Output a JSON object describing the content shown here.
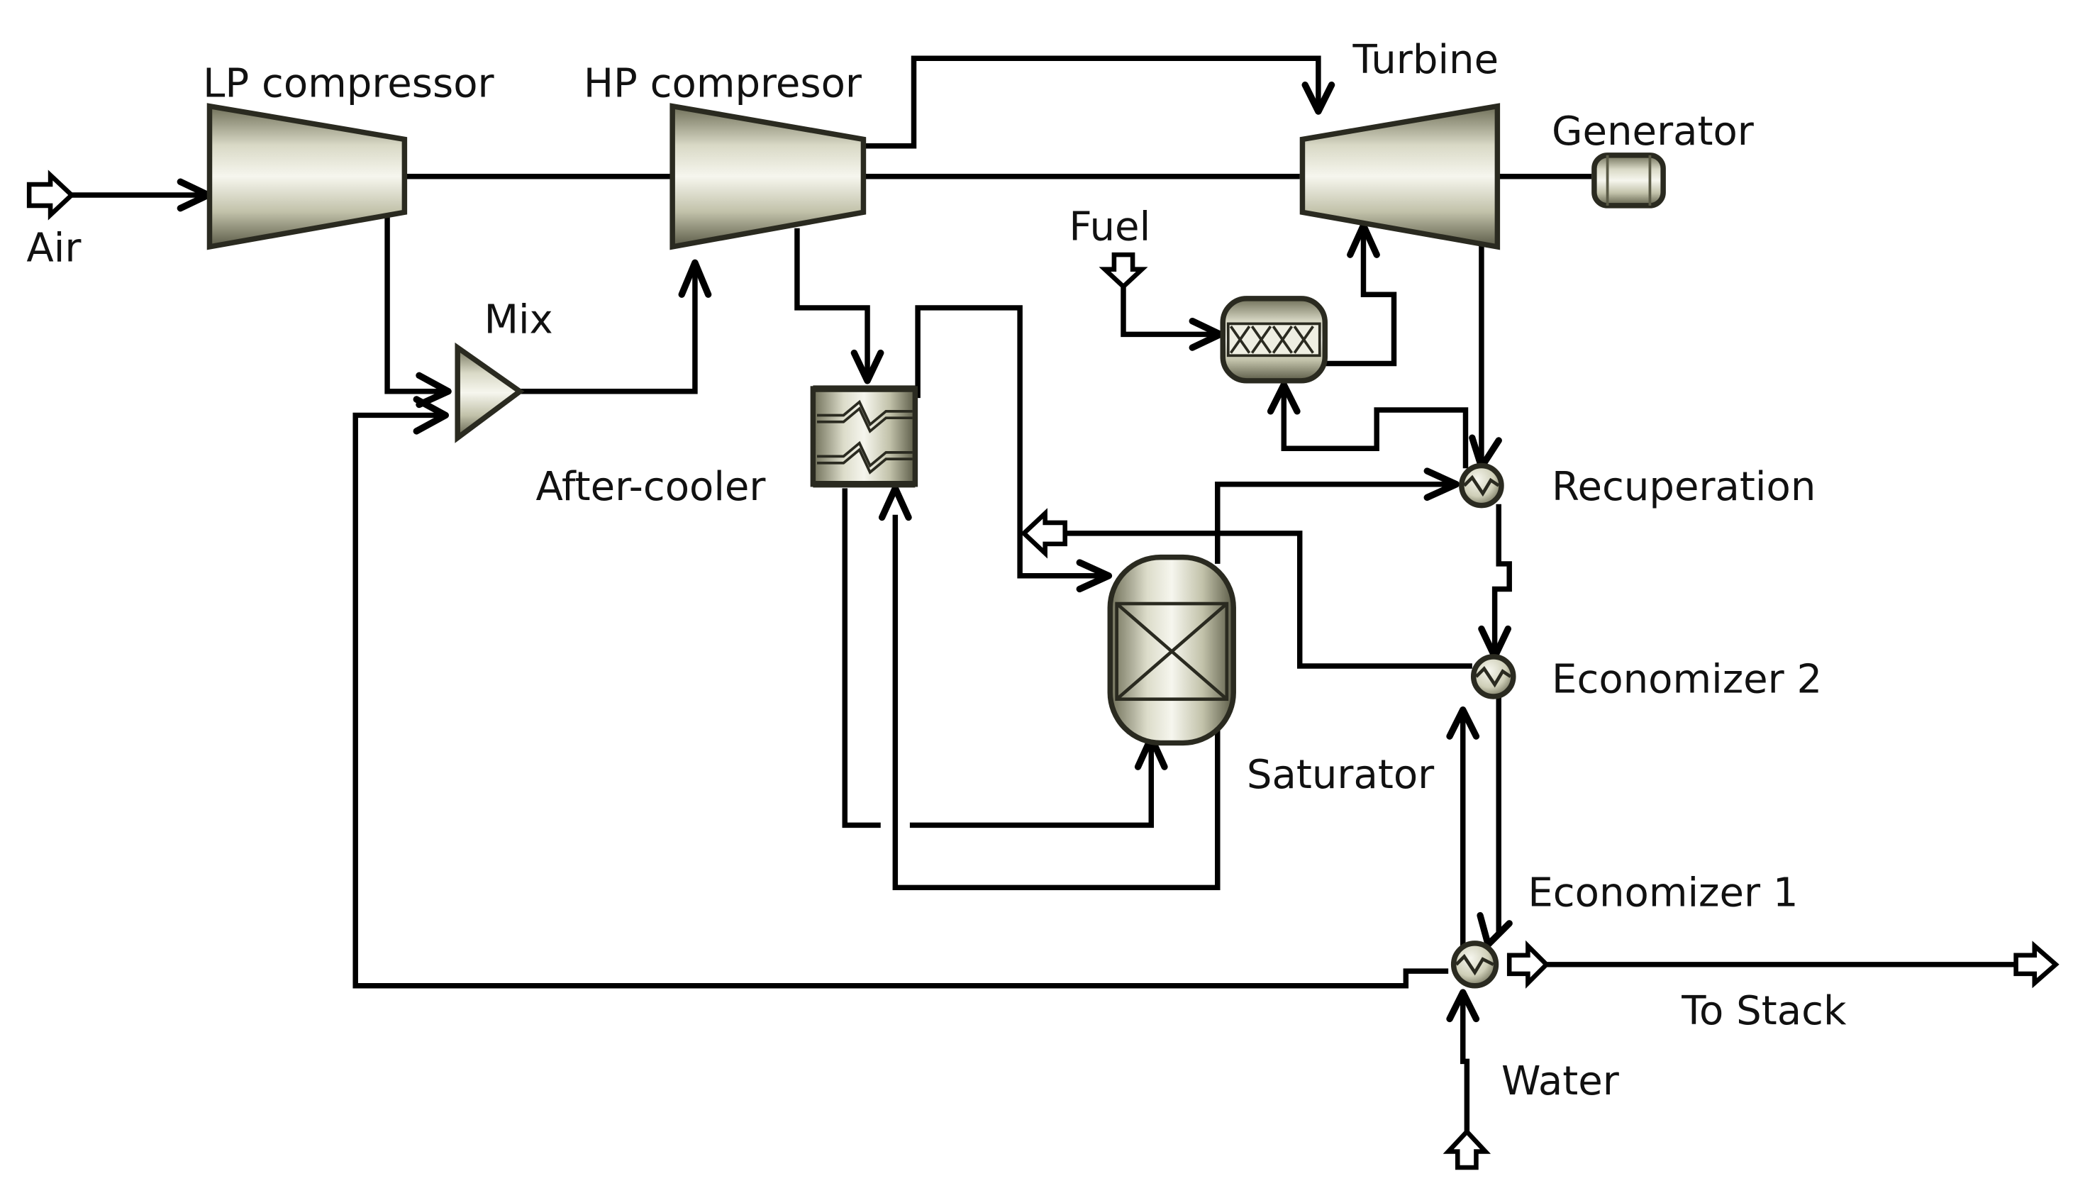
{
  "diagram": {
    "type": "process-flowsheet",
    "labels": {
      "air": "Air",
      "lp_compressor": "LP compressor",
      "hp_compressor": "HP compresor",
      "turbine": "Turbine",
      "generator": "Generator",
      "fuel": "Fuel",
      "mix": "Mix",
      "after_cooler": "After-cooler",
      "recuperation": "Recuperation",
      "economizer_2": "Economizer 2",
      "saturator": "Saturator",
      "economizer_1": "Economizer 1",
      "to_stack": "To Stack",
      "water": "Water"
    },
    "colors": {
      "equipment_fill": "#cfcfb8",
      "equipment_highlight": "#f4f4ea",
      "equipment_shadow": "#75755e",
      "stream_line": "#000000"
    }
  }
}
